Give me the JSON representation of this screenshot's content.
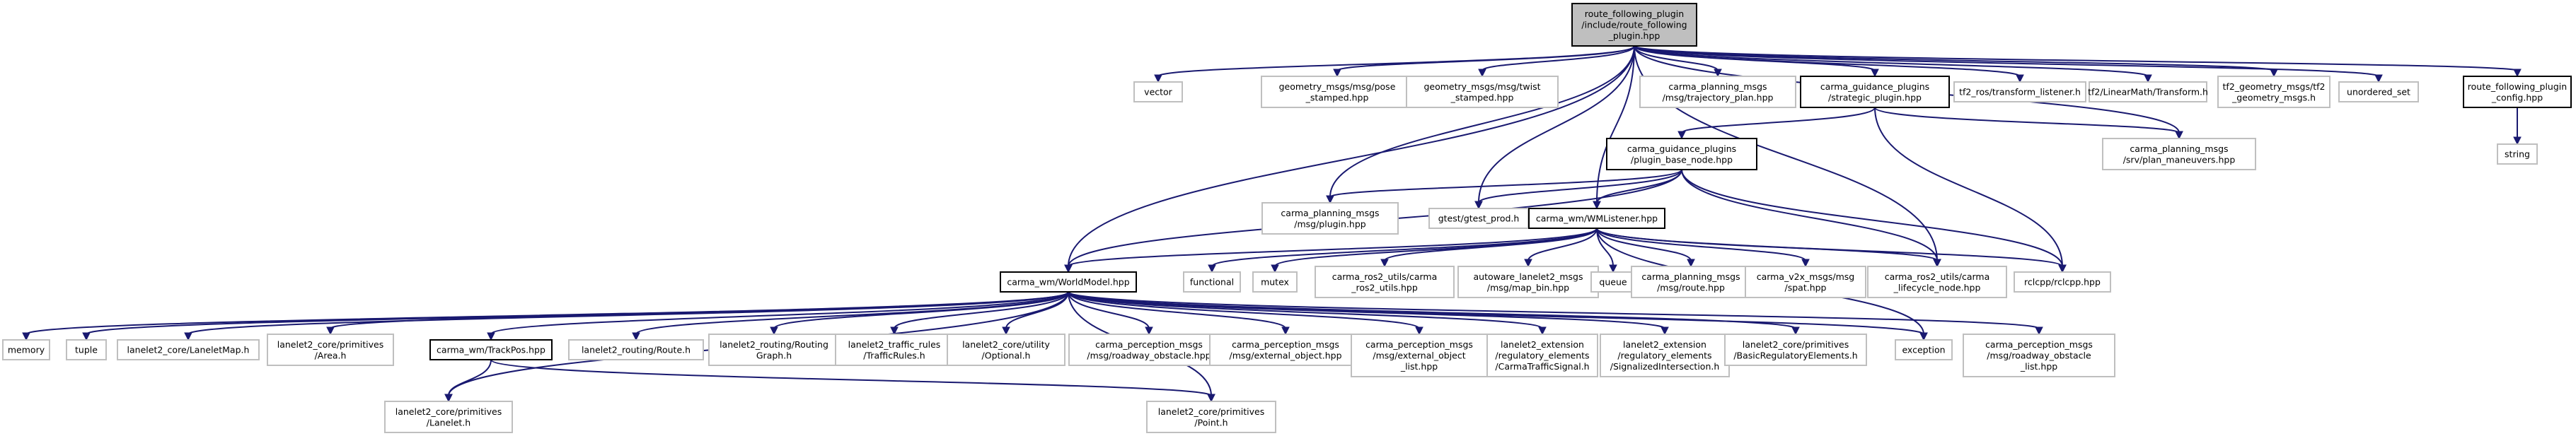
{
  "diagram": {
    "nodes": [
      {
        "id": "root",
        "lines": [
          "route_following_plugin",
          "/include/route_following",
          "_plugin.hpp"
        ],
        "style": "root"
      },
      {
        "id": "vector",
        "lines": [
          "vector"
        ],
        "style": "plain"
      },
      {
        "id": "pose_stamped",
        "lines": [
          "geometry_msgs/msg/pose",
          "_stamped.hpp"
        ],
        "style": "plain"
      },
      {
        "id": "twist_stamped",
        "lines": [
          "geometry_msgs/msg/twist",
          "_stamped.hpp"
        ],
        "style": "plain"
      },
      {
        "id": "trajectory_plan",
        "lines": [
          "carma_planning_msgs",
          "/msg/trajectory_plan.hpp"
        ],
        "style": "plain"
      },
      {
        "id": "strategic_plugin",
        "lines": [
          "carma_guidance_plugins",
          "/strategic_plugin.hpp"
        ],
        "style": "doc"
      },
      {
        "id": "tf2_listener",
        "lines": [
          "tf2_ros/transform_listener.h"
        ],
        "style": "plain"
      },
      {
        "id": "tf2_linearmath",
        "lines": [
          "tf2/LinearMath/Transform.h"
        ],
        "style": "plain"
      },
      {
        "id": "tf2_geometry",
        "lines": [
          "tf2_geometry_msgs/tf2",
          "_geometry_msgs.h"
        ],
        "style": "plain"
      },
      {
        "id": "unordered_set",
        "lines": [
          "unordered_set"
        ],
        "style": "plain"
      },
      {
        "id": "plugin_config",
        "lines": [
          "route_following_plugin",
          "_config.hpp"
        ],
        "style": "doc"
      },
      {
        "id": "string",
        "lines": [
          "string"
        ],
        "style": "plain"
      },
      {
        "id": "plugin_base_node",
        "lines": [
          "carma_guidance_plugins",
          "/plugin_base_node.hpp"
        ],
        "style": "doc"
      },
      {
        "id": "plan_maneuvers",
        "lines": [
          "carma_planning_msgs",
          "/srv/plan_maneuvers.hpp"
        ],
        "style": "plain"
      },
      {
        "id": "plugin_msg",
        "lines": [
          "carma_planning_msgs",
          "/msg/plugin.hpp"
        ],
        "style": "plain"
      },
      {
        "id": "gtest_prod",
        "lines": [
          "gtest/gtest_prod.h"
        ],
        "style": "plain"
      },
      {
        "id": "wmlistener",
        "lines": [
          "carma_wm/WMListener.hpp"
        ],
        "style": "doc"
      },
      {
        "id": "worldmodel",
        "lines": [
          "carma_wm/WorldModel.hpp"
        ],
        "style": "doc"
      },
      {
        "id": "functional",
        "lines": [
          "functional"
        ],
        "style": "plain"
      },
      {
        "id": "mutex",
        "lines": [
          "mutex"
        ],
        "style": "plain"
      },
      {
        "id": "ros2_utils",
        "lines": [
          "carma_ros2_utils/carma",
          "_ros2_utils.hpp"
        ],
        "style": "plain"
      },
      {
        "id": "map_bin",
        "lines": [
          "autoware_lanelet2_msgs",
          "/msg/map_bin.hpp"
        ],
        "style": "plain"
      },
      {
        "id": "queue",
        "lines": [
          "queue"
        ],
        "style": "plain"
      },
      {
        "id": "route_msg",
        "lines": [
          "carma_planning_msgs",
          "/msg/route.hpp"
        ],
        "style": "plain"
      },
      {
        "id": "spat",
        "lines": [
          "carma_v2x_msgs/msg",
          "/spat.hpp"
        ],
        "style": "plain"
      },
      {
        "id": "lifecycle_node",
        "lines": [
          "carma_ros2_utils/carma",
          "_lifecycle_node.hpp"
        ],
        "style": "plain"
      },
      {
        "id": "rclcpp",
        "lines": [
          "rclcpp/rclcpp.hpp"
        ],
        "style": "plain"
      },
      {
        "id": "memory",
        "lines": [
          "memory"
        ],
        "style": "plain"
      },
      {
        "id": "tuple",
        "lines": [
          "tuple"
        ],
        "style": "plain"
      },
      {
        "id": "laneletmap",
        "lines": [
          "lanelet2_core/LaneletMap.h"
        ],
        "style": "plain"
      },
      {
        "id": "area",
        "lines": [
          "lanelet2_core/primitives",
          "/Area.h"
        ],
        "style": "plain"
      },
      {
        "id": "trackpos",
        "lines": [
          "carma_wm/TrackPos.hpp"
        ],
        "style": "doc"
      },
      {
        "id": "route_h",
        "lines": [
          "lanelet2_routing/Route.h"
        ],
        "style": "plain"
      },
      {
        "id": "routing_graph",
        "lines": [
          "lanelet2_routing/Routing",
          "Graph.h"
        ],
        "style": "plain"
      },
      {
        "id": "traffic_rules",
        "lines": [
          "lanelet2_traffic_rules",
          "/TrafficRules.h"
        ],
        "style": "plain"
      },
      {
        "id": "optional",
        "lines": [
          "lanelet2_core/utility",
          "/Optional.h"
        ],
        "style": "plain"
      },
      {
        "id": "roadway_obstacle",
        "lines": [
          "carma_perception_msgs",
          "/msg/roadway_obstacle.hpp"
        ],
        "style": "plain"
      },
      {
        "id": "external_object",
        "lines": [
          "carma_perception_msgs",
          "/msg/external_object.hpp"
        ],
        "style": "plain"
      },
      {
        "id": "external_object_list",
        "lines": [
          "carma_perception_msgs",
          "/msg/external_object",
          "_list.hpp"
        ],
        "style": "plain"
      },
      {
        "id": "traffic_signal",
        "lines": [
          "lanelet2_extension",
          "/regulatory_elements",
          "/CarmaTrafficSignal.h"
        ],
        "style": "plain"
      },
      {
        "id": "signalized_intersection",
        "lines": [
          "lanelet2_extension",
          "/regulatory_elements",
          "/SignalizedIntersection.h"
        ],
        "style": "plain"
      },
      {
        "id": "basic_reg",
        "lines": [
          "lanelet2_core/primitives",
          "/BasicRegulatoryElements.h"
        ],
        "style": "plain"
      },
      {
        "id": "exception",
        "lines": [
          "exception"
        ],
        "style": "plain"
      },
      {
        "id": "roadway_obstacle_list",
        "lines": [
          "carma_perception_msgs",
          "/msg/roadway_obstacle",
          "_list.hpp"
        ],
        "style": "plain"
      },
      {
        "id": "lanelet_h",
        "lines": [
          "lanelet2_core/primitives",
          "/Lanelet.h"
        ],
        "style": "plain"
      },
      {
        "id": "point_h",
        "lines": [
          "lanelet2_core/primitives",
          "/Point.h"
        ],
        "style": "plain"
      }
    ],
    "edges": [
      [
        "root",
        "vector"
      ],
      [
        "root",
        "pose_stamped"
      ],
      [
        "root",
        "twist_stamped"
      ],
      [
        "root",
        "trajectory_plan"
      ],
      [
        "root",
        "strategic_plugin"
      ],
      [
        "root",
        "tf2_listener"
      ],
      [
        "root",
        "tf2_linearmath"
      ],
      [
        "root",
        "tf2_geometry"
      ],
      [
        "root",
        "unordered_set"
      ],
      [
        "root",
        "plugin_config"
      ],
      [
        "root",
        "plan_maneuvers"
      ],
      [
        "root",
        "plugin_msg"
      ],
      [
        "root",
        "gtest_prod"
      ],
      [
        "root",
        "wmlistener"
      ],
      [
        "root",
        "worldmodel"
      ],
      [
        "root",
        "lifecycle_node"
      ],
      [
        "plugin_config",
        "string"
      ],
      [
        "strategic_plugin",
        "plugin_base_node"
      ],
      [
        "strategic_plugin",
        "plan_maneuvers"
      ],
      [
        "strategic_plugin",
        "rclcpp"
      ],
      [
        "plugin_base_node",
        "plugin_msg"
      ],
      [
        "plugin_base_node",
        "gtest_prod"
      ],
      [
        "plugin_base_node",
        "wmlistener"
      ],
      [
        "plugin_base_node",
        "worldmodel"
      ],
      [
        "plugin_base_node",
        "lifecycle_node"
      ],
      [
        "plugin_base_node",
        "rclcpp"
      ],
      [
        "wmlistener",
        "worldmodel"
      ],
      [
        "wmlistener",
        "functional"
      ],
      [
        "wmlistener",
        "mutex"
      ],
      [
        "wmlistener",
        "ros2_utils"
      ],
      [
        "wmlistener",
        "map_bin"
      ],
      [
        "wmlistener",
        "queue"
      ],
      [
        "wmlistener",
        "route_msg"
      ],
      [
        "wmlistener",
        "spat"
      ],
      [
        "wmlistener",
        "lifecycle_node"
      ],
      [
        "wmlistener",
        "rclcpp"
      ],
      [
        "wmlistener",
        "exception"
      ],
      [
        "worldmodel",
        "memory"
      ],
      [
        "worldmodel",
        "tuple"
      ],
      [
        "worldmodel",
        "laneletmap"
      ],
      [
        "worldmodel",
        "area"
      ],
      [
        "worldmodel",
        "trackpos"
      ],
      [
        "worldmodel",
        "route_h"
      ],
      [
        "worldmodel",
        "routing_graph"
      ],
      [
        "worldmodel",
        "traffic_rules"
      ],
      [
        "worldmodel",
        "optional"
      ],
      [
        "worldmodel",
        "roadway_obstacle"
      ],
      [
        "worldmodel",
        "external_object"
      ],
      [
        "worldmodel",
        "external_object_list"
      ],
      [
        "worldmodel",
        "traffic_signal"
      ],
      [
        "worldmodel",
        "signalized_intersection"
      ],
      [
        "worldmodel",
        "basic_reg"
      ],
      [
        "worldmodel",
        "exception"
      ],
      [
        "worldmodel",
        "roadway_obstacle_list"
      ],
      [
        "worldmodel",
        "lanelet_h"
      ],
      [
        "worldmodel",
        "point_h"
      ],
      [
        "trackpos",
        "lanelet_h"
      ],
      [
        "trackpos",
        "point_h"
      ]
    ]
  }
}
